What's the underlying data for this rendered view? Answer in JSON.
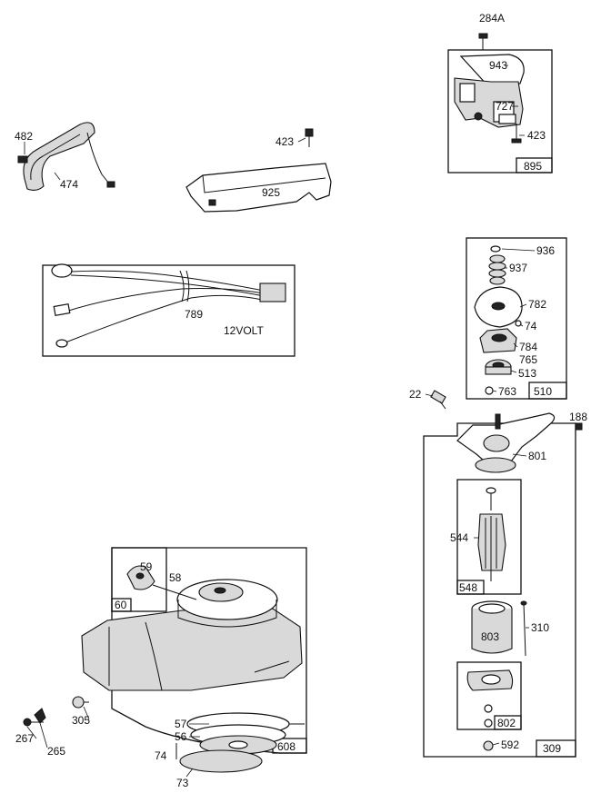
{
  "labels": {
    "p284A": "284A",
    "p943": "943",
    "p727": "727",
    "p423a": "423",
    "p895": "895",
    "p482": "482",
    "p474": "474",
    "p423b": "423",
    "p925": "925",
    "p789": "789",
    "p12volt": "12VOLT",
    "p936": "936",
    "p937": "937",
    "p782": "782",
    "p74a": "74",
    "p784": "784",
    "p765": "765",
    "p513": "513",
    "p763": "763",
    "p510": "510",
    "p22": "22",
    "p188": "188",
    "p801": "801",
    "p544": "544",
    "p548": "548",
    "p310": "310",
    "p803": "803",
    "p802": "802",
    "p592": "592",
    "p309": "309",
    "p59": "59",
    "p58": "58",
    "p60": "60",
    "p305": "305",
    "p267": "267",
    "p265": "265",
    "p57": "57",
    "p56": "56",
    "p74b": "74",
    "p608": "608",
    "p73": "73"
  }
}
